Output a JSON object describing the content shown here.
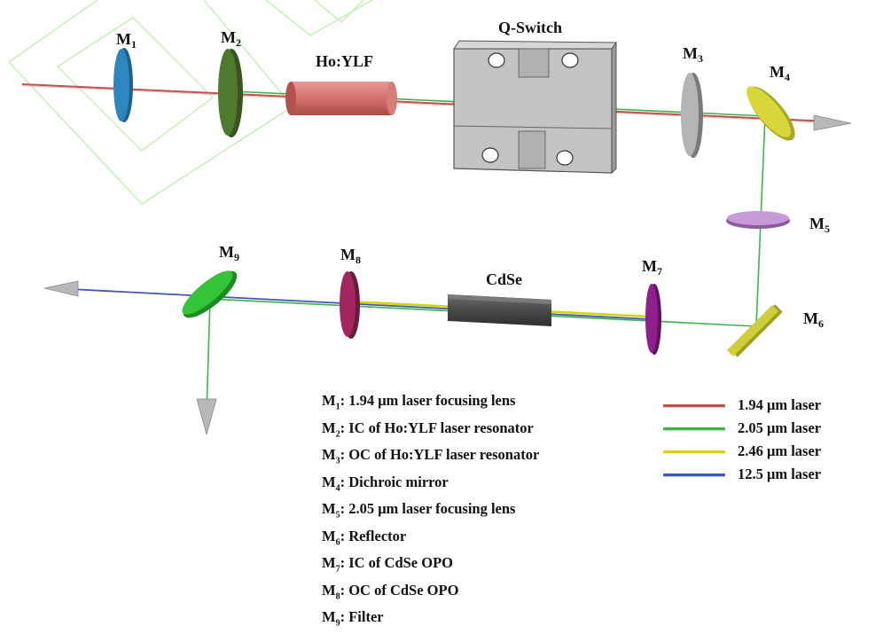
{
  "labels": {
    "m1": {
      "main": "M",
      "sub": "1"
    },
    "m2": {
      "main": "M",
      "sub": "2"
    },
    "m3": {
      "main": "M",
      "sub": "3"
    },
    "m4": {
      "main": "M",
      "sub": "4"
    },
    "m5": {
      "main": "M",
      "sub": "5"
    },
    "m6": {
      "main": "M",
      "sub": "6"
    },
    "m7": {
      "main": "M",
      "sub": "7"
    },
    "m8": {
      "main": "M",
      "sub": "8"
    },
    "m9": {
      "main": "M",
      "sub": "9"
    },
    "hoylf": "Ho:YLF",
    "qswitch": "Q-Switch",
    "cdse": "CdSe"
  },
  "component_legend": [
    {
      "sym": "M",
      "sub": "1",
      "text": ": 1.94 μm laser focusing lens"
    },
    {
      "sym": "M",
      "sub": "2",
      "text": ": IC of Ho:YLF laser resonator"
    },
    {
      "sym": "M",
      "sub": "3",
      "text": ": OC of Ho:YLF laser resonator"
    },
    {
      "sym": "M",
      "sub": "4",
      "text": ": Dichroic mirror"
    },
    {
      "sym": "M",
      "sub": "5",
      "text": ": 2.05 μm laser focusing lens"
    },
    {
      "sym": "M",
      "sub": "6",
      "text": ": Reflector"
    },
    {
      "sym": "M",
      "sub": "7",
      "text": ": IC of CdSe OPO"
    },
    {
      "sym": "M",
      "sub": "8",
      "text": ": OC of CdSe OPO"
    },
    {
      "sym": "M",
      "sub": "9",
      "text": ": Filter"
    }
  ],
  "beam_legend": [
    {
      "label": "1.94 μm laser",
      "color": "#c0504d"
    },
    {
      "label": "2.05 μm laser",
      "color": "#3cb44b"
    },
    {
      "label": "2.46 μm laser",
      "color": "#d4d400"
    },
    {
      "label": "12.5 μm laser",
      "color": "#3f57b5"
    }
  ],
  "colors": {
    "m1": "#2e86c1",
    "m2": "#4e7a2e",
    "m3": "#9e9e9e",
    "m4": "#d8d83a",
    "m5": "#b27cc9",
    "m6": "#c9c93a",
    "m7": "#8e1f8c",
    "m8": "#a3265e",
    "m9": "#2fb832",
    "hoylf": "#d66f6c",
    "qswitch": "#b9b9b9",
    "cdse": "#555555",
    "watermark": "#bff0b4"
  }
}
